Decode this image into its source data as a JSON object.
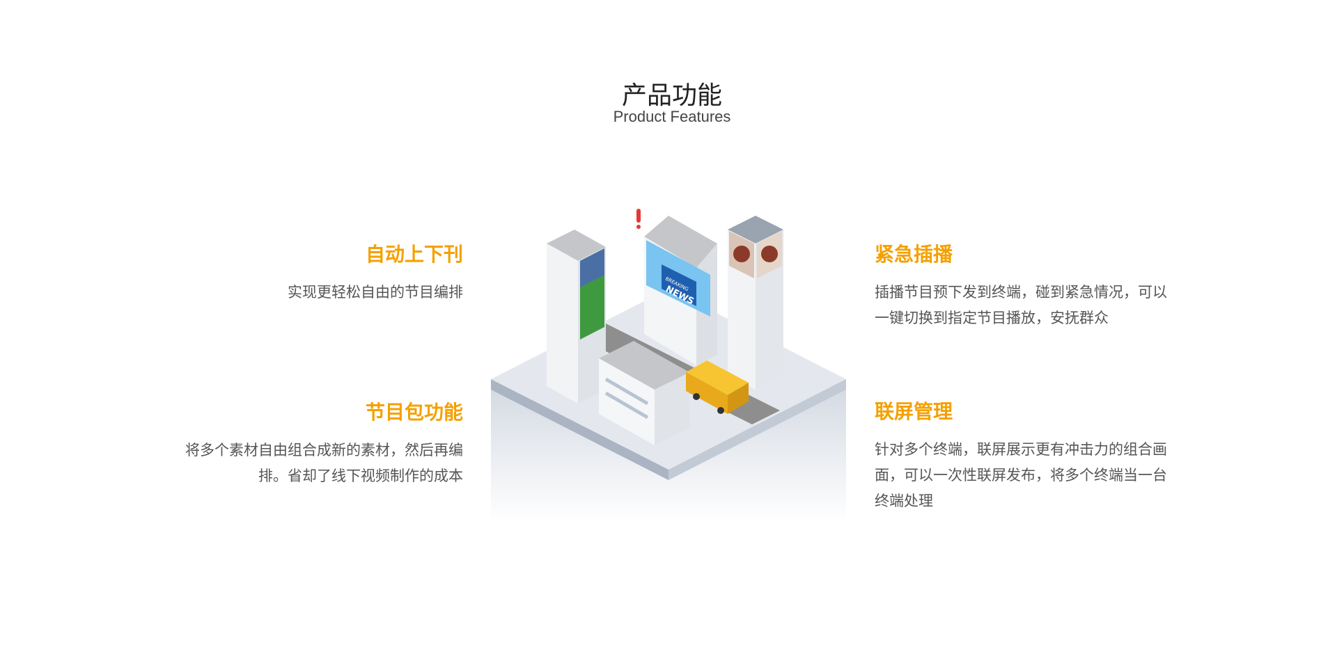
{
  "header": {
    "title": "产品功能",
    "subtitle": "Product Features"
  },
  "features": [
    {
      "title": "自动上下刊",
      "desc": "实现更轻松自由的节目编排"
    },
    {
      "title": "节目包功能",
      "desc": "将多个素材自由组合成新的素材，然后再编排。省却了线下视频制作的成本"
    },
    {
      "title": "紧急插播",
      "desc": "插播节目预下发到终端，碰到紧急情况，可以一键切换到指定节目播放，安抚群众"
    },
    {
      "title": "联屏管理",
      "desc": "针对多个终端，联屏展示更有冲击力的组合画面，可以一次性联屏发布，将多个终端当一台终端处理"
    }
  ],
  "illustration": {
    "screen_text_1": "BREAKING",
    "screen_text_2": "NEWS"
  },
  "colors": {
    "accent": "#f5a000",
    "text": "#555555"
  }
}
